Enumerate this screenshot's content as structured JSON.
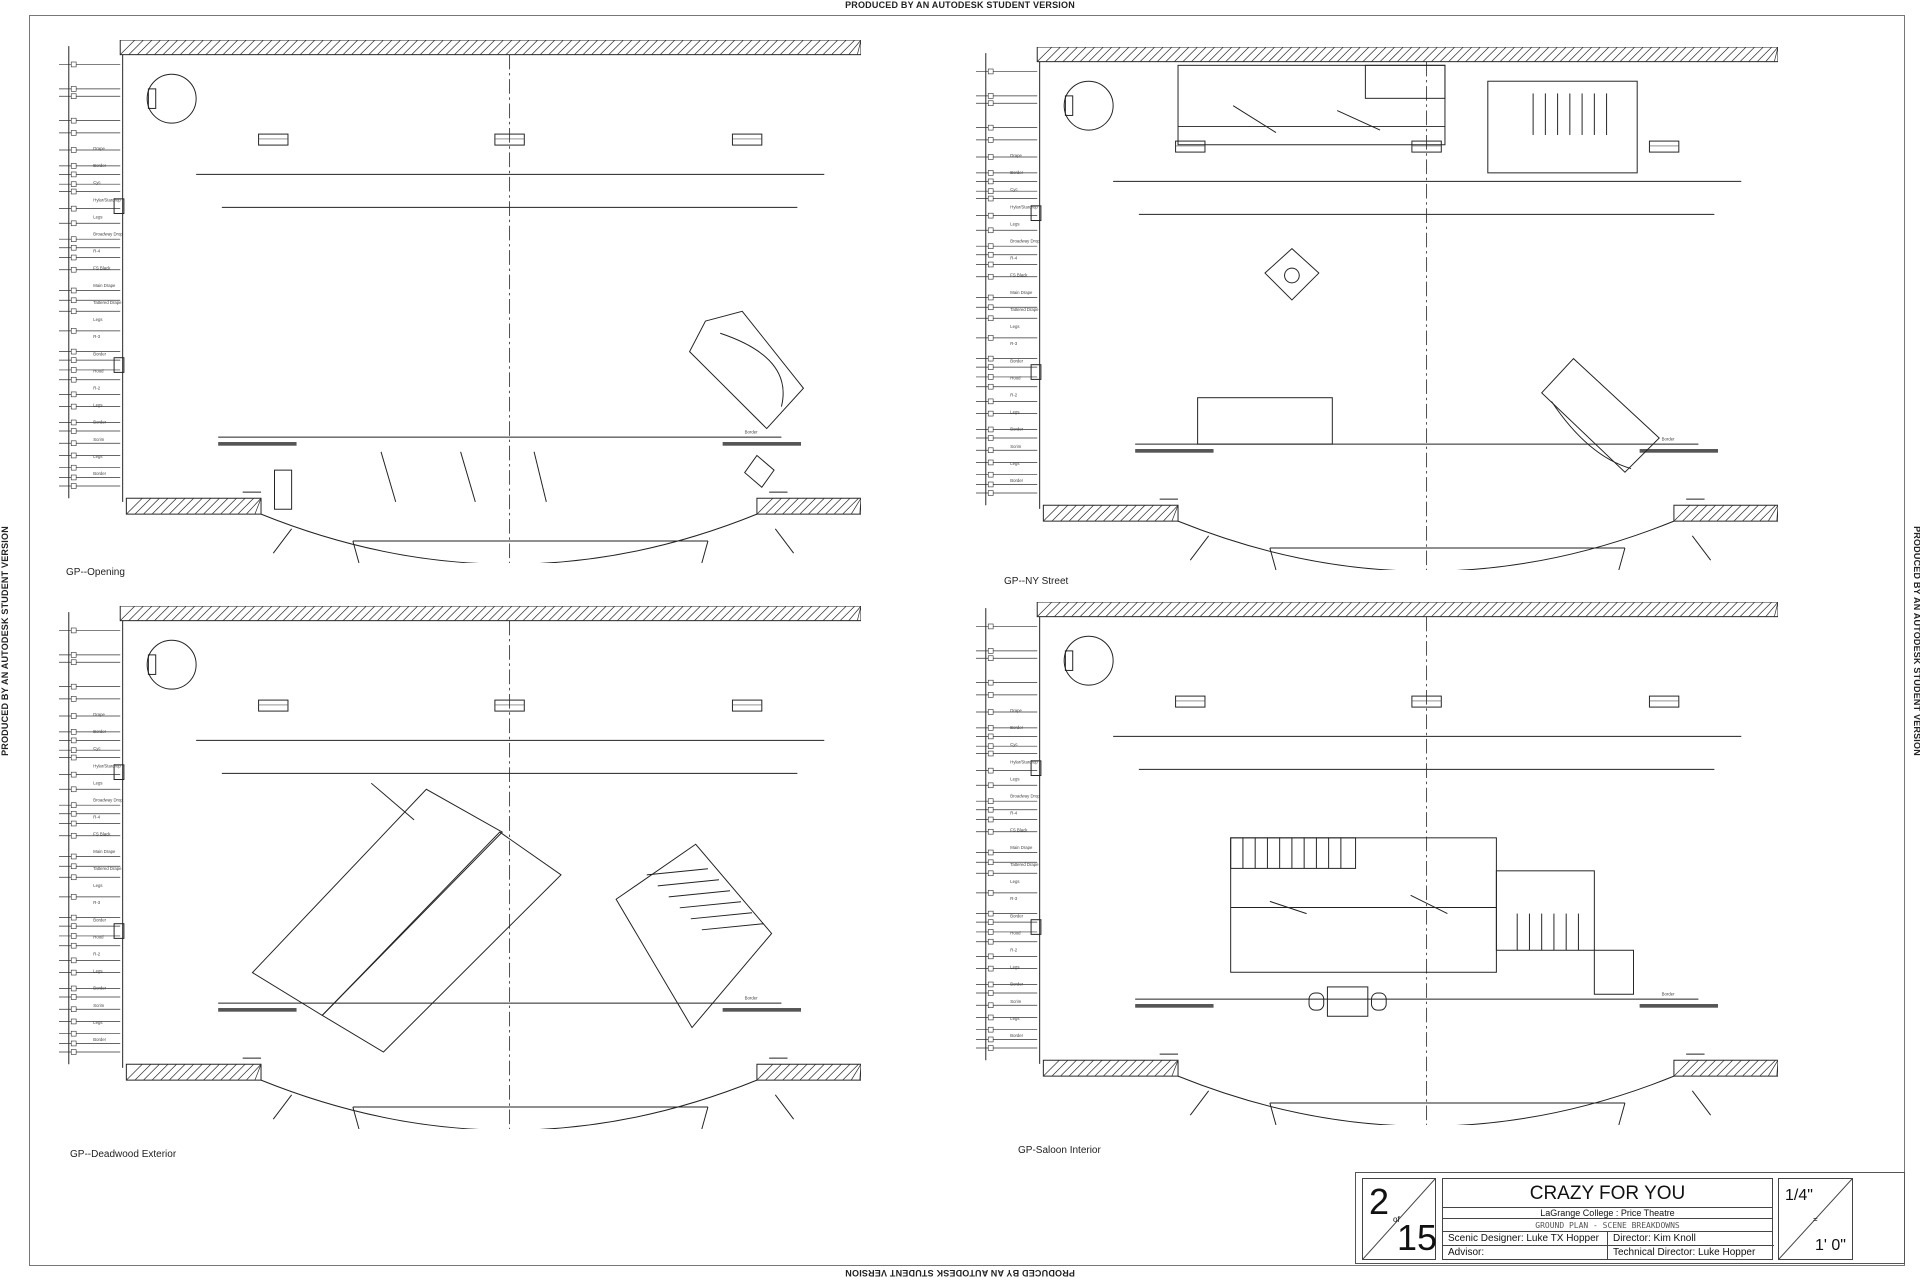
{
  "watermark": "PRODUCED BY AN AUTODESK STUDENT VERSION",
  "panels": [
    {
      "label": "GP--Opening"
    },
    {
      "label": "GP--NY Street"
    },
    {
      "label": "GP--Deadwood Exterior"
    },
    {
      "label": "GP-Saloon Interior"
    }
  ],
  "lineset_labels": [
    "Drape",
    "Border",
    "Cyc",
    "Hylar/Stardrop",
    "Legs",
    "Broadway Drop",
    "R-4",
    "FS Black",
    "Main Drape",
    "Tattered Drape",
    "Legs",
    "R-3",
    "Border",
    "Hood",
    "R-2",
    "Legs",
    "Border",
    "Scrim",
    "Legs",
    "Border"
  ],
  "title_block": {
    "sheet_number": "2",
    "sheet_of": "of",
    "sheet_total": "15",
    "title": "CRAZY FOR YOU",
    "venue": "LaGrange College : Price Theatre",
    "subtitle": "GROUND PLAN - SCENE BREAKDOWNS",
    "scenic_designer": "Scenic Designer: Luke TX Hopper",
    "director": "Director: Kim Knoll",
    "advisor": "Advisor:",
    "technical_director": "Technical Director: Luke Hopper",
    "scale_top": "1/4\"",
    "scale_eq": "=",
    "scale_bottom": "1' 0\""
  }
}
